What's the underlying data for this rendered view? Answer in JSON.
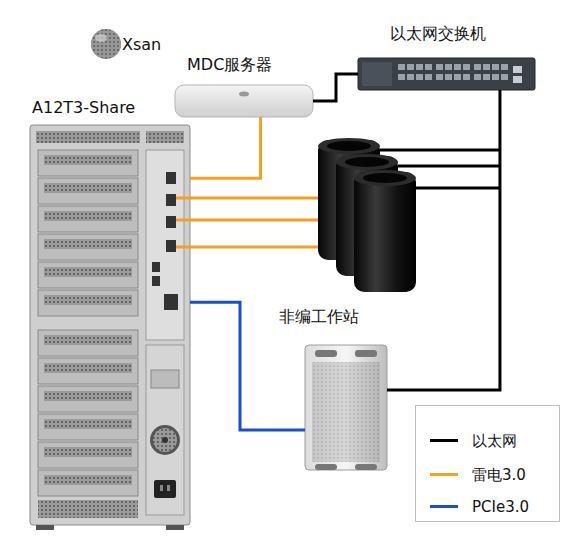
{
  "diagram": {
    "nodes": [
      {
        "text": [
          "MDC服务器"
        ]
      },
      {
        "text": [
          "以太网交换机"
        ]
      },
      {
        "text": [
          "A12T3-Share"
        ]
      },
      {
        "text": [
          "非编工作站"
        ]
      }
    ],
    "edges": [
      {
        "from": 0,
        "to": 1,
        "arrow": "none"
      },
      {
        "from": 0,
        "to": 2,
        "arrow": "none"
      },
      {
        "from": 2,
        "to": 3,
        "arrow": "none"
      },
      {
        "from": 3,
        "to": 1,
        "arrow": "none"
      }
    ],
    "labels": [
      "Xsan"
    ],
    "legend": [
      {
        "text": "以太网",
        "color": "#000000"
      },
      {
        "text": "雷电3.0",
        "color": "#f5a01e"
      },
      {
        "text": "PCIe3.0",
        "color": "#1a4fc9"
      }
    ]
  }
}
